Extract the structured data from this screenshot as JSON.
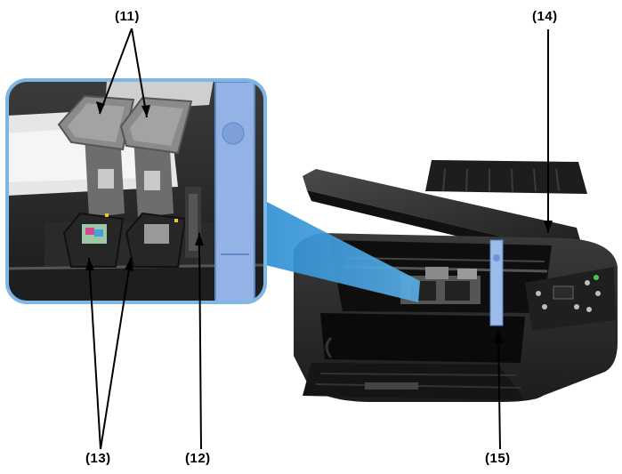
{
  "callouts": {
    "c11": "(11)",
    "c12": "(12)",
    "c13": "(13)",
    "c14": "(14)",
    "c15": "(15)"
  },
  "colors": {
    "printer_body": "#2e2e2e",
    "printer_dark": "#151515",
    "inset_frame": "#7fb6e4",
    "highlight_arm": "#8fb3e8",
    "zoom_beam": "#3c97d6",
    "background": "#ffffff"
  }
}
